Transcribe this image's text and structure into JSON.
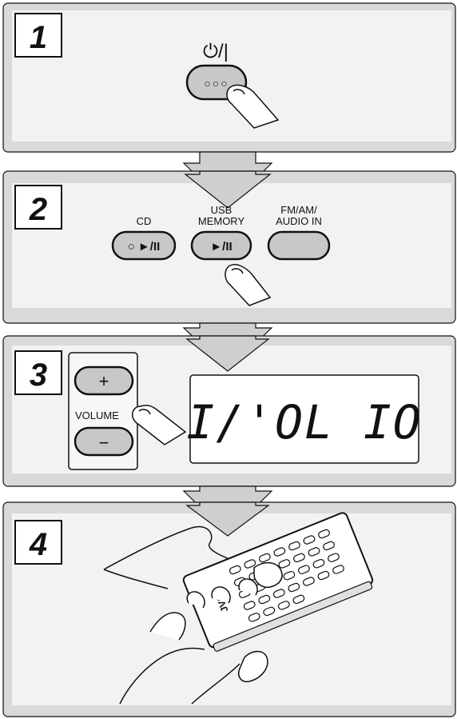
{
  "colors": {
    "panel_outer": "#d9d9d9",
    "panel_inner": "#f2f2f2",
    "button_fill": "#c8c8c8",
    "arrow_fill": "#cfcfcf",
    "outline": "#111111"
  },
  "steps": [
    {
      "number": "1"
    },
    {
      "number": "2"
    },
    {
      "number": "3"
    },
    {
      "number": "4"
    }
  ],
  "step1": {
    "power_label": "⏻/|",
    "button_dots": "○○○"
  },
  "step2": {
    "cd_label": "CD",
    "cd_button_glyph": "○ ►/II",
    "usb_label_line1": "USB",
    "usb_label_line2": "MEMORY",
    "usb_button_glyph": "►/II",
    "fm_label_line1": "FM/AM/",
    "fm_label_line2": "AUDIO IN"
  },
  "step3": {
    "plus_glyph": "+",
    "minus_glyph": "−",
    "volume_label": "VOLUME",
    "display_text": "I/'OL   IO"
  },
  "step4": {
    "remote_brand": "JVC"
  }
}
